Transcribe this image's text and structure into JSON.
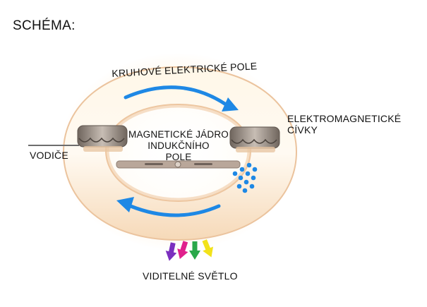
{
  "title": "SCHÉMA:",
  "labels": {
    "ring_field": "KRUHOVÉ ELEKTRICKÉ POLE",
    "coils_line1": "ELEKTROMAGNETICKÉ",
    "coils_line2": "CÍVKY",
    "core_line1": "MAGNETICKÉ JÁDRO",
    "core_line2": "INDUKČNÍHO",
    "core_line3": "POLE",
    "wires": "VODIČE",
    "light": "VIDITELNÉ SVĚTLO"
  },
  "colors": {
    "tube_glow": "#fff3dc",
    "tube_edge": "#e8b98f",
    "coil": "#9a8f86",
    "flow_arrow": "#1e88e5",
    "dots": "#1e88e5",
    "light_arrows": [
      "#7b2fbf",
      "#e0208c",
      "#2aa84a",
      "#f2e21a"
    ]
  }
}
